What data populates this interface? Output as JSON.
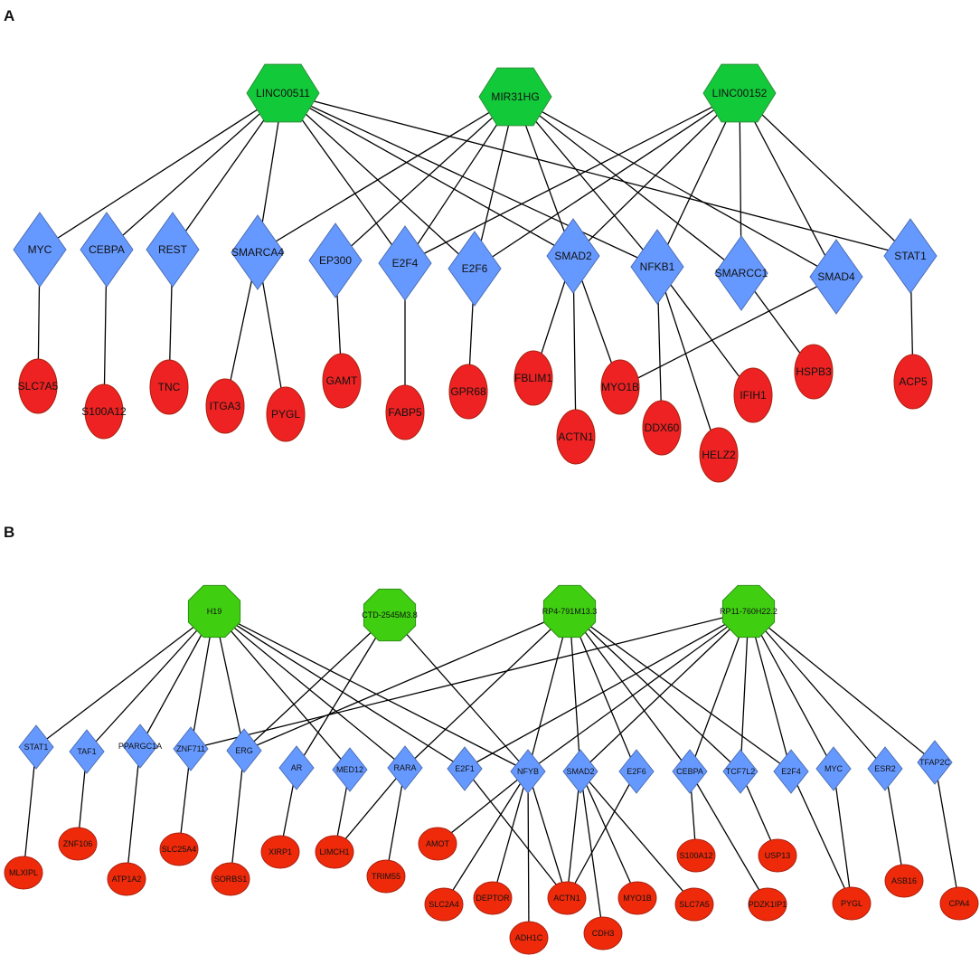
{
  "panels": [
    {
      "label": "A",
      "nodes": [
        {
          "id": "LINC00511",
          "type": "lnc"
        },
        {
          "id": "MIR31HG",
          "type": "lnc"
        },
        {
          "id": "LINC00152",
          "type": "lnc"
        },
        {
          "id": "MYC",
          "type": "tf"
        },
        {
          "id": "CEBPA",
          "type": "tf"
        },
        {
          "id": "REST",
          "type": "tf"
        },
        {
          "id": "SMARCA4",
          "type": "tf"
        },
        {
          "id": "EP300",
          "type": "tf"
        },
        {
          "id": "E2F4",
          "type": "tf"
        },
        {
          "id": "E2F6",
          "type": "tf"
        },
        {
          "id": "SMAD2",
          "type": "tf"
        },
        {
          "id": "NFKB1",
          "type": "tf"
        },
        {
          "id": "SMARCC1",
          "type": "tf"
        },
        {
          "id": "SMAD4",
          "type": "tf"
        },
        {
          "id": "STAT1",
          "type": "tf"
        },
        {
          "id": "SLC7A5",
          "type": "gene"
        },
        {
          "id": "S100A12",
          "type": "gene"
        },
        {
          "id": "TNC",
          "type": "gene"
        },
        {
          "id": "ITGA3",
          "type": "gene"
        },
        {
          "id": "PYGL",
          "type": "gene"
        },
        {
          "id": "GAMT",
          "type": "gene"
        },
        {
          "id": "FABP5",
          "type": "gene"
        },
        {
          "id": "GPR68",
          "type": "gene"
        },
        {
          "id": "FBLIM1",
          "type": "gene"
        },
        {
          "id": "ACTN1",
          "type": "gene"
        },
        {
          "id": "MYO1B",
          "type": "gene"
        },
        {
          "id": "DDX60",
          "type": "gene"
        },
        {
          "id": "HELZ2",
          "type": "gene"
        },
        {
          "id": "IFIH1",
          "type": "gene"
        },
        {
          "id": "HSPB3",
          "type": "gene"
        },
        {
          "id": "ACP5",
          "type": "gene"
        }
      ],
      "edges": [
        [
          "LINC00511",
          "MYC"
        ],
        [
          "LINC00511",
          "CEBPA"
        ],
        [
          "LINC00511",
          "REST"
        ],
        [
          "LINC00511",
          "SMARCA4"
        ],
        [
          "LINC00511",
          "E2F4"
        ],
        [
          "LINC00511",
          "E2F6"
        ],
        [
          "LINC00511",
          "SMAD2"
        ],
        [
          "LINC00511",
          "NFKB1"
        ],
        [
          "LINC00511",
          "STAT1"
        ],
        [
          "MIR31HG",
          "SMARCA4"
        ],
        [
          "MIR31HG",
          "EP300"
        ],
        [
          "MIR31HG",
          "E2F4"
        ],
        [
          "MIR31HG",
          "E2F6"
        ],
        [
          "MIR31HG",
          "SMAD2"
        ],
        [
          "MIR31HG",
          "NFKB1"
        ],
        [
          "MIR31HG",
          "SMARCC1"
        ],
        [
          "MIR31HG",
          "SMAD4"
        ],
        [
          "LINC00152",
          "E2F4"
        ],
        [
          "LINC00152",
          "E2F6"
        ],
        [
          "LINC00152",
          "SMAD2"
        ],
        [
          "LINC00152",
          "NFKB1"
        ],
        [
          "LINC00152",
          "SMARCC1"
        ],
        [
          "LINC00152",
          "SMAD4"
        ],
        [
          "LINC00152",
          "STAT1"
        ],
        [
          "MYC",
          "SLC7A5"
        ],
        [
          "CEBPA",
          "S100A12"
        ],
        [
          "REST",
          "TNC"
        ],
        [
          "SMARCA4",
          "ITGA3"
        ],
        [
          "SMARCA4",
          "PYGL"
        ],
        [
          "EP300",
          "GAMT"
        ],
        [
          "E2F4",
          "FABP5"
        ],
        [
          "E2F6",
          "GPR68"
        ],
        [
          "SMAD2",
          "FBLIM1"
        ],
        [
          "SMAD2",
          "ACTN1"
        ],
        [
          "SMAD2",
          "MYO1B"
        ],
        [
          "NFKB1",
          "DDX60"
        ],
        [
          "NFKB1",
          "HELZ2"
        ],
        [
          "NFKB1",
          "IFIH1"
        ],
        [
          "SMARCC1",
          "HSPB3"
        ],
        [
          "SMAD4",
          "MYO1B"
        ],
        [
          "STAT1",
          "ACP5"
        ]
      ]
    },
    {
      "label": "B",
      "nodes": [
        {
          "id": "H19",
          "type": "lnc"
        },
        {
          "id": "CTD-2545M3.8",
          "type": "lnc"
        },
        {
          "id": "RP4-791M13.3",
          "type": "lnc"
        },
        {
          "id": "RP11-760H22.2",
          "type": "lnc"
        },
        {
          "id": "STAT1",
          "type": "tf"
        },
        {
          "id": "TAF1",
          "type": "tf"
        },
        {
          "id": "PPARGC1A",
          "type": "tf"
        },
        {
          "id": "ZNF711",
          "type": "tf"
        },
        {
          "id": "ERG",
          "type": "tf"
        },
        {
          "id": "AR",
          "type": "tf"
        },
        {
          "id": "MED12",
          "type": "tf"
        },
        {
          "id": "RARA",
          "type": "tf"
        },
        {
          "id": "E2F1",
          "type": "tf"
        },
        {
          "id": "NFYB",
          "type": "tf"
        },
        {
          "id": "SMAD2",
          "type": "tf"
        },
        {
          "id": "E2F6",
          "type": "tf"
        },
        {
          "id": "CEBPA",
          "type": "tf"
        },
        {
          "id": "TCF7L2",
          "type": "tf"
        },
        {
          "id": "E2F4",
          "type": "tf"
        },
        {
          "id": "MYC",
          "type": "tf"
        },
        {
          "id": "ESR2",
          "type": "tf"
        },
        {
          "id": "TFAP2C",
          "type": "tf"
        },
        {
          "id": "MLXIPL",
          "type": "gene"
        },
        {
          "id": "ZNF106",
          "type": "gene"
        },
        {
          "id": "ATP1A2",
          "type": "gene"
        },
        {
          "id": "SLC25A4",
          "type": "gene"
        },
        {
          "id": "SORBS1",
          "type": "gene"
        },
        {
          "id": "XIRP1",
          "type": "gene"
        },
        {
          "id": "LIMCH1",
          "type": "gene"
        },
        {
          "id": "TRIM55",
          "type": "gene"
        },
        {
          "id": "AMOT",
          "type": "gene"
        },
        {
          "id": "SLC2A4",
          "type": "gene"
        },
        {
          "id": "DEPTOR",
          "type": "gene"
        },
        {
          "id": "ADH1C",
          "type": "gene"
        },
        {
          "id": "ACTN1",
          "type": "gene"
        },
        {
          "id": "CDH3",
          "type": "gene"
        },
        {
          "id": "MYO1B",
          "type": "gene"
        },
        {
          "id": "SLC7A5",
          "type": "gene"
        },
        {
          "id": "S100A12",
          "type": "gene"
        },
        {
          "id": "PDZK1IP1",
          "type": "gene"
        },
        {
          "id": "USP13",
          "type": "gene"
        },
        {
          "id": "PYGL",
          "type": "gene"
        },
        {
          "id": "ASB16",
          "type": "gene"
        },
        {
          "id": "CPA4",
          "type": "gene"
        }
      ],
      "edges": [
        [
          "H19",
          "STAT1"
        ],
        [
          "H19",
          "TAF1"
        ],
        [
          "H19",
          "PPARGC1A"
        ],
        [
          "H19",
          "ZNF711"
        ],
        [
          "H19",
          "ERG"
        ],
        [
          "H19",
          "MED12"
        ],
        [
          "H19",
          "RARA"
        ],
        [
          "H19",
          "E2F1"
        ],
        [
          "H19",
          "NFYB"
        ],
        [
          "CTD-2545M3.8",
          "ERG"
        ],
        [
          "CTD-2545M3.8",
          "AR"
        ],
        [
          "CTD-2545M3.8",
          "NFYB"
        ],
        [
          "RP4-791M13.3",
          "ERG"
        ],
        [
          "RP4-791M13.3",
          "RARA"
        ],
        [
          "RP4-791M13.3",
          "NFYB"
        ],
        [
          "RP4-791M13.3",
          "SMAD2"
        ],
        [
          "RP4-791M13.3",
          "E2F6"
        ],
        [
          "RP4-791M13.3",
          "CEBPA"
        ],
        [
          "RP4-791M13.3",
          "TCF7L2"
        ],
        [
          "RP4-791M13.3",
          "E2F4"
        ],
        [
          "RP11-760H22.2",
          "ZNF711"
        ],
        [
          "RP11-760H22.2",
          "E2F1"
        ],
        [
          "RP11-760H22.2",
          "NFYB"
        ],
        [
          "RP11-760H22.2",
          "SMAD2"
        ],
        [
          "RP11-760H22.2",
          "CEBPA"
        ],
        [
          "RP11-760H22.2",
          "TCF7L2"
        ],
        [
          "RP11-760H22.2",
          "E2F4"
        ],
        [
          "RP11-760H22.2",
          "MYC"
        ],
        [
          "RP11-760H22.2",
          "ESR2"
        ],
        [
          "RP11-760H22.2",
          "TFAP2C"
        ],
        [
          "STAT1",
          "MLXIPL"
        ],
        [
          "TAF1",
          "ZNF106"
        ],
        [
          "PPARGC1A",
          "ATP1A2"
        ],
        [
          "ZNF711",
          "SLC25A4"
        ],
        [
          "ERG",
          "SORBS1"
        ],
        [
          "AR",
          "XIRP1"
        ],
        [
          "MED12",
          "LIMCH1"
        ],
        [
          "RARA",
          "LIMCH1"
        ],
        [
          "RARA",
          "TRIM55"
        ],
        [
          "E2F1",
          "ACTN1"
        ],
        [
          "NFYB",
          "AMOT"
        ],
        [
          "NFYB",
          "SLC2A4"
        ],
        [
          "NFYB",
          "DEPTOR"
        ],
        [
          "NFYB",
          "ADH1C"
        ],
        [
          "NFYB",
          "ACTN1"
        ],
        [
          "SMAD2",
          "CDH3"
        ],
        [
          "SMAD2",
          "MYO1B"
        ],
        [
          "SMAD2",
          "SLC7A5"
        ],
        [
          "SMAD2",
          "ACTN1"
        ],
        [
          "E2F6",
          "ACTN1"
        ],
        [
          "CEBPA",
          "S100A12"
        ],
        [
          "CEBPA",
          "PDZK1IP1"
        ],
        [
          "TCF7L2",
          "USP13"
        ],
        [
          "E2F4",
          "PYGL"
        ],
        [
          "MYC",
          "PYGL"
        ],
        [
          "ESR2",
          "ASB16"
        ],
        [
          "TFAP2C",
          "CPA4"
        ]
      ]
    }
  ],
  "colors": {
    "lnc_A": "#12c93a",
    "lnc_B": "#3fcf10",
    "tf": "#6699ff",
    "gene_A": "#ee2222",
    "gene_B": "#ee2a0a",
    "edge": "#000000"
  }
}
